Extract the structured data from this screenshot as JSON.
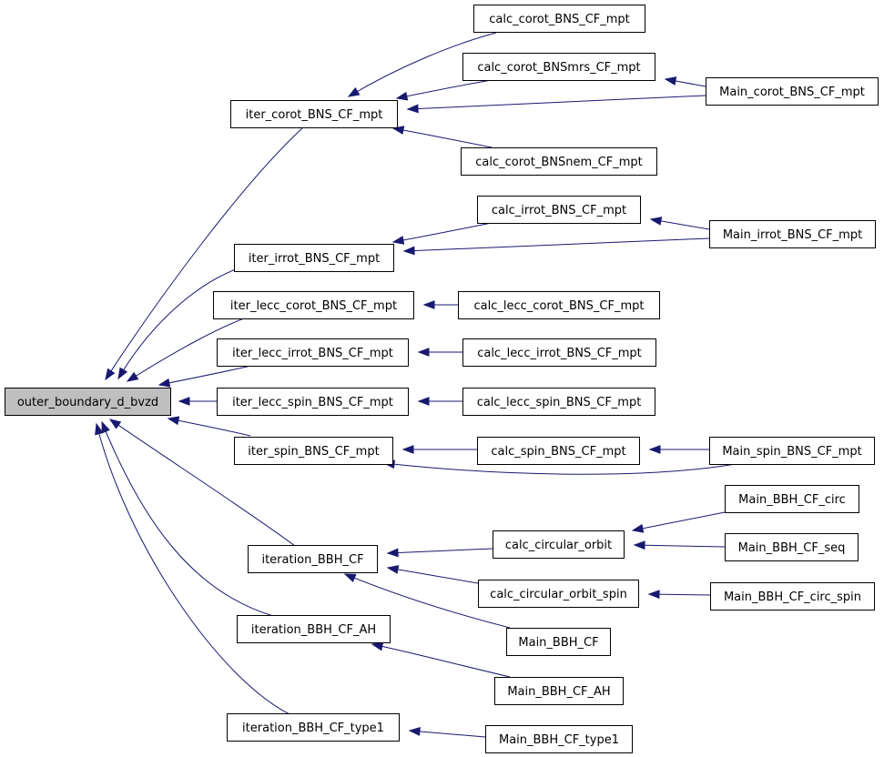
{
  "graph": {
    "root": "outer_boundary_d_bvzd",
    "nodes": {
      "root": "outer_boundary_d_bvzd",
      "iter_corot": "iter_corot_BNS_CF_mpt",
      "calc_corot": "calc_corot_BNS_CF_mpt",
      "calc_corot_mrs": "calc_corot_BNSmrs_CF_mpt",
      "main_corot": "Main_corot_BNS_CF_mpt",
      "calc_corot_nem": "calc_corot_BNSnem_CF_mpt",
      "iter_irrot": "iter_irrot_BNS_CF_mpt",
      "calc_irrot": "calc_irrot_BNS_CF_mpt",
      "main_irrot": "Main_irrot_BNS_CF_mpt",
      "iter_lecc_corot": "iter_lecc_corot_BNS_CF_mpt",
      "calc_lecc_corot": "calc_lecc_corot_BNS_CF_mpt",
      "iter_lecc_irrot": "iter_lecc_irrot_BNS_CF_mpt",
      "calc_lecc_irrot": "calc_lecc_irrot_BNS_CF_mpt",
      "iter_lecc_spin": "iter_lecc_spin_BNS_CF_mpt",
      "calc_lecc_spin": "calc_lecc_spin_BNS_CF_mpt",
      "iter_spin": "iter_spin_BNS_CF_mpt",
      "calc_spin": "calc_spin_BNS_CF_mpt",
      "main_spin": "Main_spin_BNS_CF_mpt",
      "iteration_bbh": "iteration_BBH_CF",
      "calc_circ": "calc_circular_orbit",
      "main_bbh_circ": "Main_BBH_CF_circ",
      "main_bbh_seq": "Main_BBH_CF_seq",
      "calc_circ_spin": "calc_circular_orbit_spin",
      "main_bbh_circ_spin": "Main_BBH_CF_circ_spin",
      "main_bbh": "Main_BBH_CF",
      "iteration_bbh_ah": "iteration_BBH_CF_AH",
      "main_bbh_ah": "Main_BBH_CF_AH",
      "iteration_bbh_type1": "iteration_BBH_CF_type1",
      "main_bbh_type1": "Main_BBH_CF_type1"
    },
    "edges": [
      [
        "iter_corot",
        "root"
      ],
      [
        "iter_irrot",
        "root"
      ],
      [
        "iter_lecc_corot",
        "root"
      ],
      [
        "iter_lecc_irrot",
        "root"
      ],
      [
        "iter_lecc_spin",
        "root"
      ],
      [
        "iter_spin",
        "root"
      ],
      [
        "iteration_bbh",
        "root"
      ],
      [
        "iteration_bbh_ah",
        "root"
      ],
      [
        "iteration_bbh_type1",
        "root"
      ],
      [
        "calc_corot",
        "iter_corot"
      ],
      [
        "calc_corot_mrs",
        "iter_corot"
      ],
      [
        "main_corot",
        "iter_corot"
      ],
      [
        "calc_corot_nem",
        "iter_corot"
      ],
      [
        "main_corot",
        "calc_corot_mrs"
      ],
      [
        "calc_irrot",
        "iter_irrot"
      ],
      [
        "main_irrot",
        "iter_irrot"
      ],
      [
        "main_irrot",
        "calc_irrot"
      ],
      [
        "calc_lecc_corot",
        "iter_lecc_corot"
      ],
      [
        "calc_lecc_irrot",
        "iter_lecc_irrot"
      ],
      [
        "calc_lecc_spin",
        "iter_lecc_spin"
      ],
      [
        "calc_spin",
        "iter_spin"
      ],
      [
        "main_spin",
        "iter_spin"
      ],
      [
        "main_spin",
        "calc_spin"
      ],
      [
        "calc_circ",
        "iteration_bbh"
      ],
      [
        "calc_circ_spin",
        "iteration_bbh"
      ],
      [
        "main_bbh",
        "iteration_bbh"
      ],
      [
        "main_bbh_circ",
        "calc_circ"
      ],
      [
        "main_bbh_seq",
        "calc_circ"
      ],
      [
        "main_bbh_circ_spin",
        "calc_circ_spin"
      ],
      [
        "main_bbh_ah",
        "iteration_bbh_ah"
      ],
      [
        "main_bbh_type1",
        "iteration_bbh_type1"
      ]
    ]
  }
}
